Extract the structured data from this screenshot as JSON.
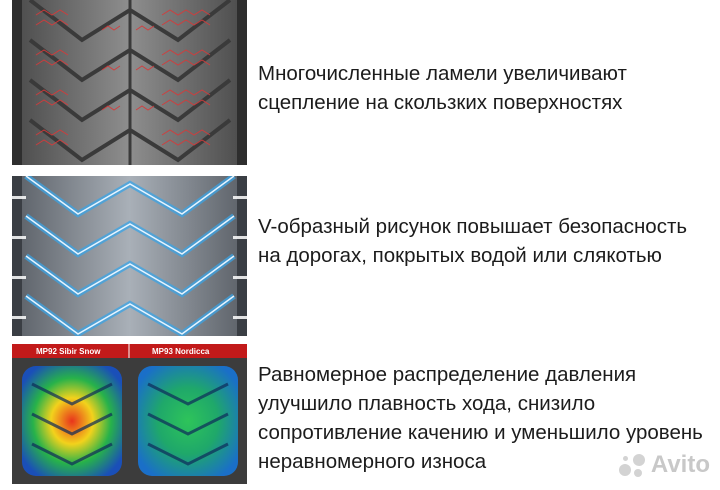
{
  "features": [
    {
      "id": "sipes",
      "text": "Многочисленные ламели увеличивают сцепление на скользких поверхностях"
    },
    {
      "id": "v-pattern",
      "text": "V-образный рисунок повышает безопасность на дорогах, покрытых водой или слякотью"
    },
    {
      "id": "pressure",
      "text": "Равномерное распределение давления улучшило плавность хода, снизило сопротивление качению и уменьшило уровень неравномерного износа"
    }
  ],
  "comparison": {
    "left_label": "MP92 Sibir Snow",
    "right_label": "MP93 Nordicca"
  },
  "colors": {
    "sipe_red": "#d63a3a",
    "water_blue": "#3aa4e6",
    "compare_header_red": "#c21a1a",
    "text": "#1c1c1c"
  },
  "watermark": {
    "text": "Avito",
    "icon": "avito-logo-icon"
  }
}
